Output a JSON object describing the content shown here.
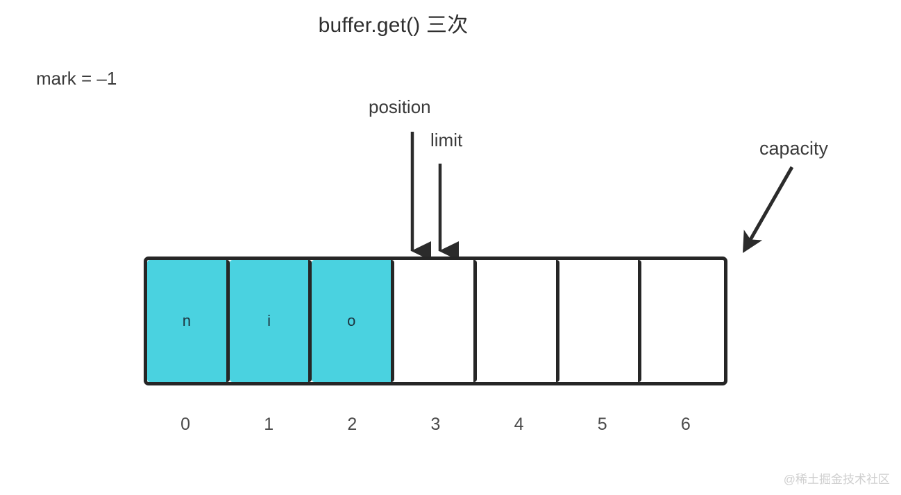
{
  "page": {
    "title": "buffer.get() 三次",
    "background_color": "#ffffff",
    "text_color": "#333333"
  },
  "state": {
    "mark_label": "mark = –1"
  },
  "pointers": [
    {
      "name": "position",
      "label": "position",
      "index": 3
    },
    {
      "name": "limit",
      "label": "limit",
      "index": 3
    },
    {
      "name": "capacity",
      "label": "capacity",
      "index": 7
    }
  ],
  "buffer": {
    "capacity": 7,
    "fill_color": "#4ad2e0",
    "empty_color": "#ffffff",
    "border_color": "#262626",
    "cells": [
      {
        "index": 0,
        "value": "n",
        "filled": true
      },
      {
        "index": 1,
        "value": "i",
        "filled": true
      },
      {
        "index": 2,
        "value": "o",
        "filled": true
      },
      {
        "index": 3,
        "value": "",
        "filled": false
      },
      {
        "index": 4,
        "value": "",
        "filled": false
      },
      {
        "index": 5,
        "value": "",
        "filled": false
      },
      {
        "index": 6,
        "value": "",
        "filled": false
      }
    ],
    "indices": [
      "0",
      "1",
      "2",
      "3",
      "4",
      "5",
      "6"
    ]
  },
  "watermark": {
    "text": "@稀土掘金技术社区"
  }
}
